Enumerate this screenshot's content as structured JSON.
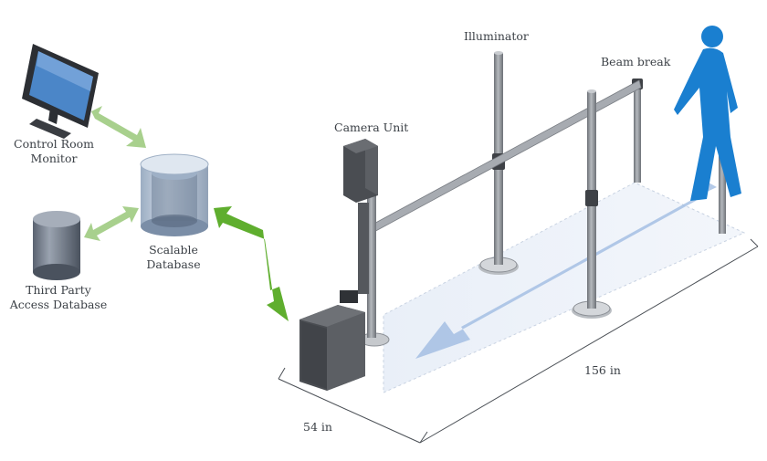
{
  "labels": {
    "control_room_monitor": [
      "Control Room",
      "Monitor"
    ],
    "third_party_db": [
      "Third Party",
      "Access Database"
    ],
    "scalable_db": [
      "Scalable",
      "Database"
    ],
    "camera_unit": "Camera Unit",
    "illuminator": "Illuminator",
    "beam_break": "Beam break",
    "dim_length": "156 in",
    "dim_width": "54 in"
  },
  "colors": {
    "link_arrow_light": "#a8d08d",
    "link_arrow_main": "#5fae2e",
    "walk_arrow": "#9bb8e0",
    "person": "#1a7fd0",
    "hardware": "#5a5d61",
    "pole": "#8c9096",
    "floor": "#e8eef8"
  }
}
